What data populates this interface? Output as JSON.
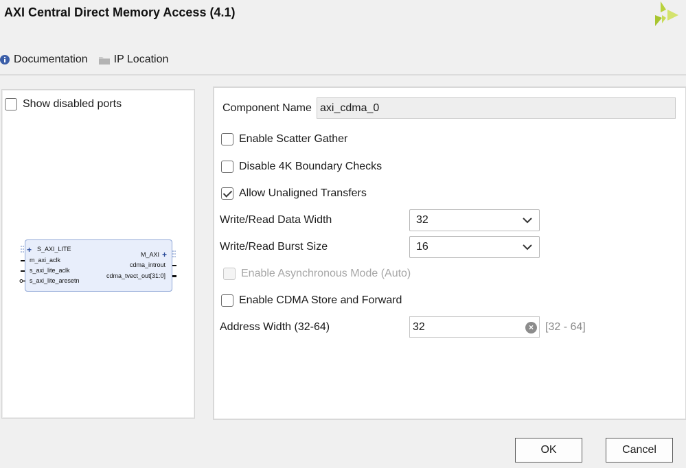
{
  "window": {
    "title": "AXI Central Direct Memory Access (4.1)"
  },
  "toolbar": {
    "documentation_label": "Documentation",
    "ip_location_label": "IP Location"
  },
  "left_panel": {
    "show_disabled_ports_label": "Show disabled ports",
    "show_disabled_ports_checked": false,
    "ip_symbol": {
      "left_ports": [
        "S_AXI_LITE",
        "m_axi_aclk",
        "s_axi_lite_aclk",
        "s_axi_lite_aresetn"
      ],
      "right_ports": [
        "M_AXI",
        "cdma_introut",
        "cdma_tvect_out[31:0]"
      ]
    }
  },
  "config": {
    "component_name_label": "Component Name",
    "component_name_value": "axi_cdma_0",
    "enable_scatter_gather_label": "Enable Scatter Gather",
    "enable_scatter_gather_checked": false,
    "disable_4k_label": "Disable 4K Boundary Checks",
    "disable_4k_checked": false,
    "allow_unaligned_label": "Allow Unaligned Transfers",
    "allow_unaligned_checked": true,
    "data_width_label": "Write/Read Data Width",
    "data_width_value": "32",
    "burst_size_label": "Write/Read Burst Size",
    "burst_size_value": "16",
    "async_mode_label": "Enable Asynchronous Mode (Auto)",
    "async_mode_checked": false,
    "store_forward_label": "Enable CDMA Store and Forward",
    "store_forward_checked": false,
    "address_width_label": "Address Width (32-64)",
    "address_width_value": "32",
    "address_width_range": "[32 - 64]"
  },
  "footer": {
    "ok_label": "OK",
    "cancel_label": "Cancel"
  },
  "colors": {
    "logo": "#b9d23c",
    "info_icon": "#3b5ea8",
    "ip_block_fill": "#e8eefb",
    "ip_block_border": "#8ea6d6"
  }
}
